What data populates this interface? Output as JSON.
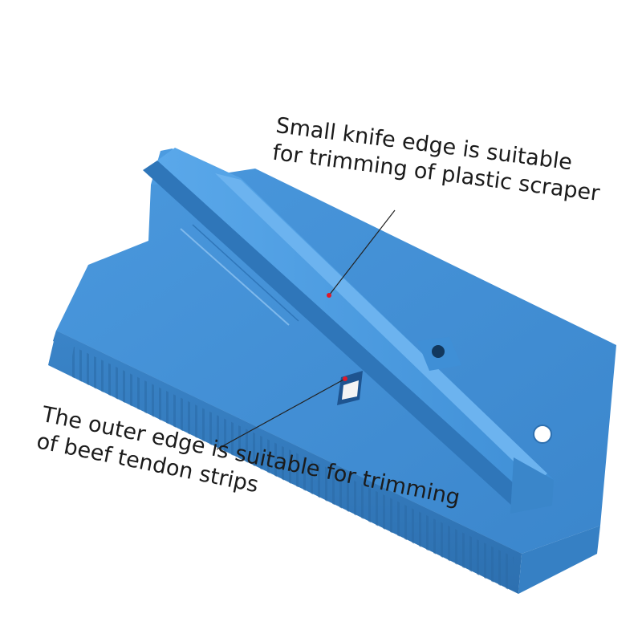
{
  "product": {
    "name": "plastic scraper trimming base",
    "color": "#3f8fd6"
  },
  "annotations": [
    {
      "lines": [
        "Small knife edge is suitable",
        "for trimming of plastic scraper"
      ]
    },
    {
      "lines": [
        "The outer edge is suitable for trimming",
        "of beef tendon strips"
      ]
    }
  ],
  "colors": {
    "plastic": "#3f8fd6",
    "plastic_shadow": "#2f76b9",
    "leader_line": "#222222",
    "pointer_dot": "#e0182a",
    "background": "#ffffff"
  }
}
